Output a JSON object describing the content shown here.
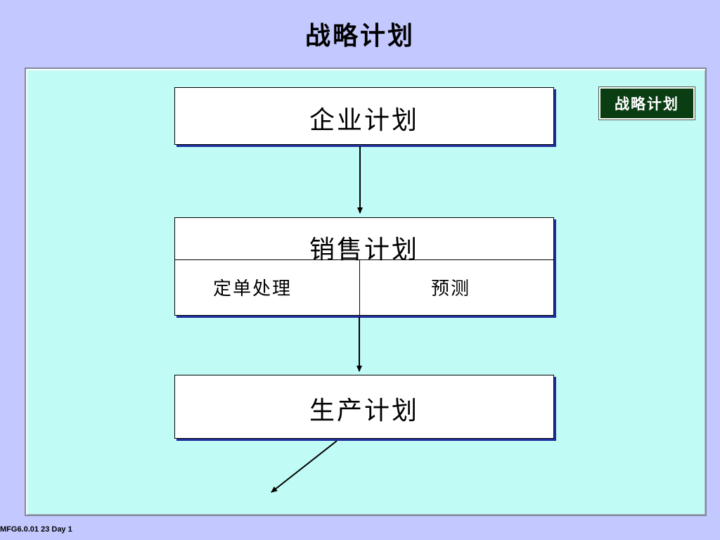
{
  "slide": {
    "title": "战略计划",
    "badge": "战略计划",
    "footer": "MFG6.0.01  23  Day 1"
  },
  "diagram": {
    "enterprise_plan": "企业计划",
    "sales_plan": "销售计划",
    "order_processing": "定单处理",
    "forecast": "预测",
    "production_plan": "生产计划"
  },
  "colors": {
    "background": "#c3c8ff",
    "panel": "#c0fbf6",
    "badge": "#0b3d13",
    "box_shadow": "#1f2f9e"
  }
}
